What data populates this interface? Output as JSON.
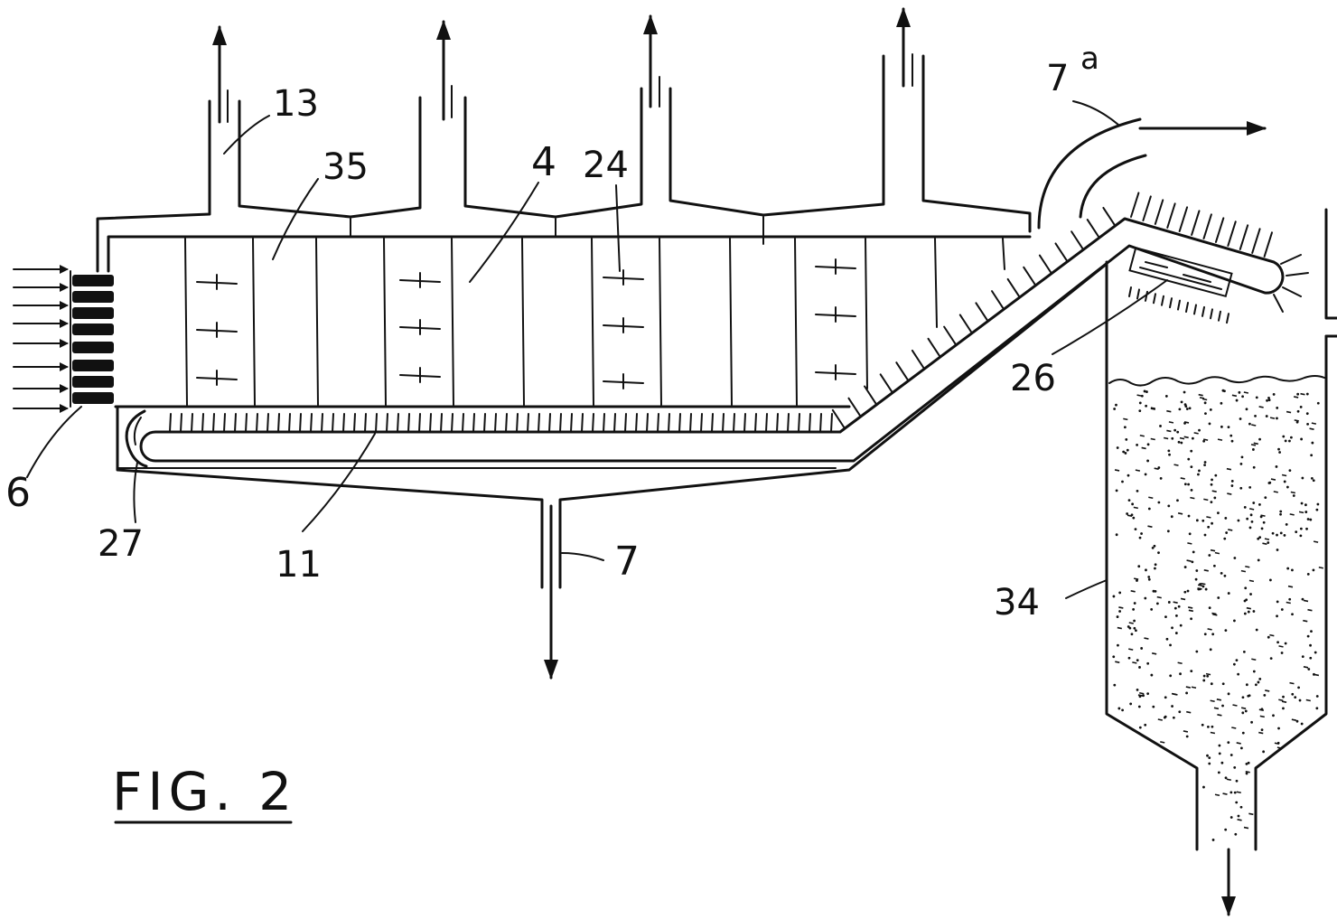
{
  "figure": {
    "caption": "FIG. 2"
  },
  "labels": {
    "ref_13": "13",
    "ref_35": "35",
    "ref_4": "4",
    "ref_24": "24",
    "ref_7a": {
      "base": "7",
      "sup": "a"
    },
    "ref_26": "26",
    "ref_6": "6",
    "ref_27": "27",
    "ref_11": "11",
    "ref_7": "7",
    "ref_34": "34"
  }
}
